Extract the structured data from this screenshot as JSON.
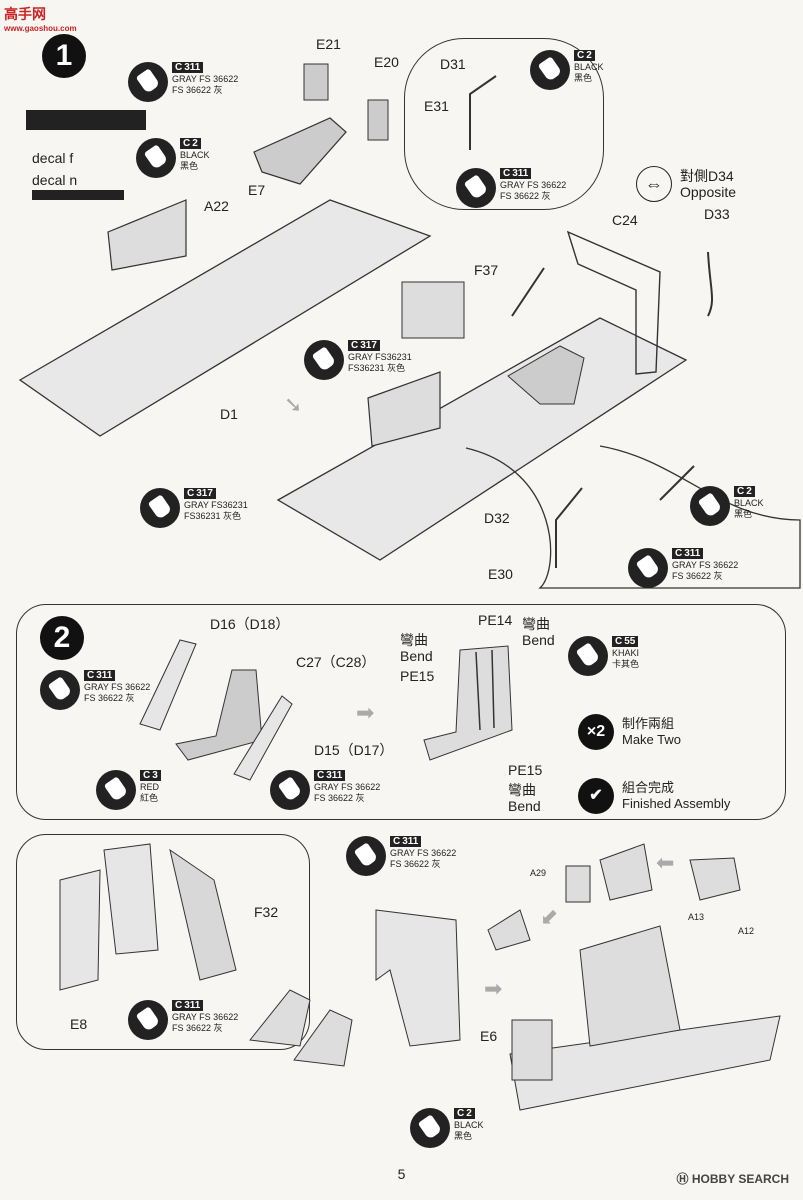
{
  "watermark": {
    "title": "高手网",
    "url": "www.gaoshou.com"
  },
  "step1": {
    "number": "1",
    "labels": {
      "e21": "E21",
      "e20": "E20",
      "d31": "D31",
      "e31": "E31",
      "e7": "E7",
      "a22": "A22",
      "decal_f": "decal f",
      "decal_n": "decal n",
      "f37": "F37",
      "d1": "D1",
      "c24": "C24",
      "d33": "D33",
      "d34": "對側D34",
      "opposite": "Opposite",
      "d32": "D32",
      "e30": "E30"
    },
    "paints": [
      {
        "code": "C",
        "num": "311",
        "line1": "GRAY FS 36622",
        "line2": "FS 36622 灰"
      },
      {
        "code": "C",
        "num": "2",
        "line1": "BLACK",
        "line2": "黑色"
      },
      {
        "code": "C",
        "num": "2",
        "line1": "BLACK",
        "line2": "黑色"
      },
      {
        "code": "C",
        "num": "311",
        "line1": "GRAY FS 36622",
        "line2": "FS 36622 灰"
      },
      {
        "code": "C",
        "num": "317",
        "line1": "GRAY FS36231",
        "line2": "FS36231 灰色"
      },
      {
        "code": "C",
        "num": "317",
        "line1": "GRAY FS36231",
        "line2": "FS36231 灰色"
      },
      {
        "code": "C",
        "num": "2",
        "line1": "BLACK",
        "line2": "黑色"
      },
      {
        "code": "C",
        "num": "311",
        "line1": "GRAY FS 36622",
        "line2": "FS 36622 灰"
      }
    ]
  },
  "step2": {
    "number": "2",
    "labels": {
      "d16": "D16（D18）",
      "c27": "C27（C28）",
      "d15": "D15（D17）",
      "pe14": "PE14",
      "bend_cn1": "彎曲",
      "bend1": "Bend",
      "bend_cn2": "彎曲",
      "bend2": "Bend",
      "pe15a": "PE15",
      "pe15b": "PE15",
      "bend_cn3": "彎曲",
      "bend3": "Bend"
    },
    "paints": [
      {
        "code": "C",
        "num": "311",
        "line1": "GRAY FS 36622",
        "line2": "FS 36622 灰"
      },
      {
        "code": "C",
        "num": "3",
        "line1": "RED",
        "line2": "紅色"
      },
      {
        "code": "C",
        "num": "311",
        "line1": "GRAY FS 36622",
        "line2": "FS 36622 灰"
      },
      {
        "code": "C",
        "num": "55",
        "line1": "KHAKI",
        "line2": "卡其色"
      }
    ],
    "make_two": {
      "icon": "×2",
      "cn": "制作兩組",
      "en": "Make Two"
    },
    "finished": {
      "cn": "組合完成",
      "en": "Finished Assembly"
    }
  },
  "step3": {
    "labels": {
      "f32": "F32",
      "e8": "E8",
      "a29": "A29",
      "a13": "A13",
      "a12": "A12",
      "e6": "E6"
    },
    "paints": [
      {
        "code": "C",
        "num": "311",
        "line1": "GRAY FS 36622",
        "line2": "FS 36622 灰"
      },
      {
        "code": "C",
        "num": "311",
        "line1": "GRAY FS 36622",
        "line2": "FS 36622 灰"
      },
      {
        "code": "C",
        "num": "2",
        "line1": "BLACK",
        "line2": "黑色"
      }
    ]
  },
  "footer": {
    "page": "5",
    "brand": "HOBBY SEARCH"
  }
}
